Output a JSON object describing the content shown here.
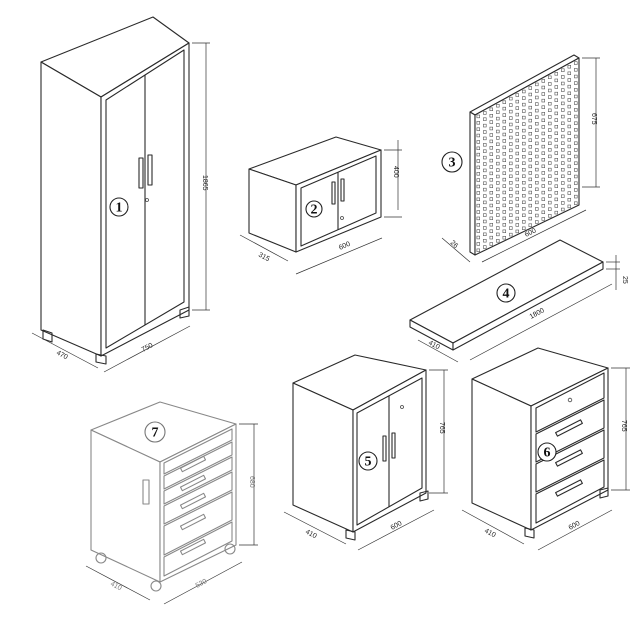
{
  "items": [
    {
      "number": "1",
      "dims": [
        "1865",
        "470",
        "750"
      ]
    },
    {
      "number": "2",
      "dims": [
        "400",
        "315",
        "600"
      ]
    },
    {
      "number": "3",
      "dims": [
        "675",
        "600",
        "26"
      ]
    },
    {
      "number": "4",
      "dims": [
        "1800",
        "410",
        "25"
      ]
    },
    {
      "number": "5",
      "dims": [
        "765",
        "410",
        "600"
      ]
    },
    {
      "number": "6",
      "dims": [
        "765",
        "410",
        "600"
      ]
    },
    {
      "number": "7",
      "dims": [
        "680",
        "410",
        "530"
      ]
    }
  ]
}
